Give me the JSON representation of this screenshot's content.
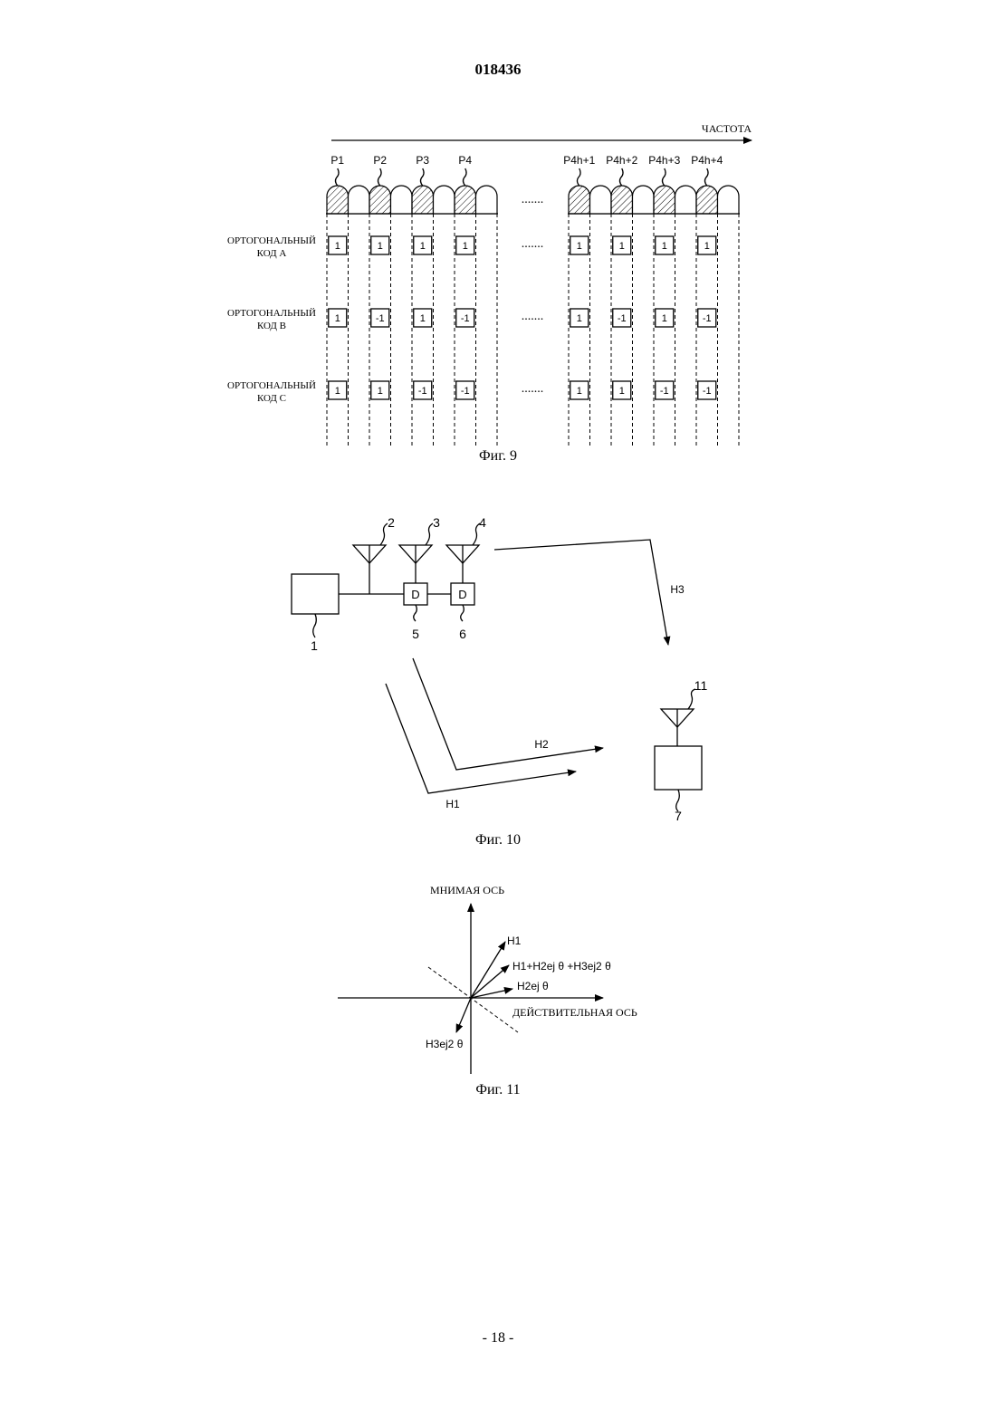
{
  "header": {
    "doc_number": "018436"
  },
  "footer": {
    "page_number": "- 18 -"
  },
  "fig9": {
    "caption": "Фиг. 9",
    "axis_label": "ЧАСТОТА",
    "ellipsis": ".......",
    "pilots_left": [
      "P1",
      "P2",
      "P3",
      "P4"
    ],
    "pilots_right": [
      "P4h+1",
      "P4h+2",
      "P4h+3",
      "P4h+4"
    ],
    "codes": [
      {
        "line1": "ОРТОГОНАЛЬНЫЙ",
        "line2": "КОД А",
        "values": [
          "1",
          "1",
          "1",
          "1",
          "1",
          "1",
          "1",
          "1"
        ]
      },
      {
        "line1": "ОРТОГОНАЛЬНЫЙ",
        "line2": "КОД В",
        "values": [
          "1",
          "-1",
          "1",
          "-1",
          "1",
          "-1",
          "1",
          "-1"
        ]
      },
      {
        "line1": "ОРТОГОНАЛЬНЫЙ",
        "line2": "КОД С",
        "values": [
          "1",
          "1",
          "-1",
          "-1",
          "1",
          "1",
          "-1",
          "-1"
        ]
      }
    ]
  },
  "fig10": {
    "caption": "Фиг. 10",
    "ref_1": "1",
    "ref_2": "2",
    "ref_3": "3",
    "ref_4": "4",
    "ref_5": "5",
    "ref_6": "6",
    "ref_7": "7",
    "ref_11": "11",
    "delay_label": "D",
    "path_h1": "H1",
    "path_h2": "H2",
    "path_h3": "H3"
  },
  "fig11": {
    "caption": "Фиг. 11",
    "imag_axis": "МНИМАЯ ОСЬ",
    "real_axis": "ДЕЙСТВИТЕЛЬНАЯ ОСЬ",
    "v_h1": "H1",
    "v_sum": "H1+H2ej θ +H3ej2 θ",
    "v_h2": "H2ej θ",
    "v_h3": "H3ej2 θ"
  }
}
